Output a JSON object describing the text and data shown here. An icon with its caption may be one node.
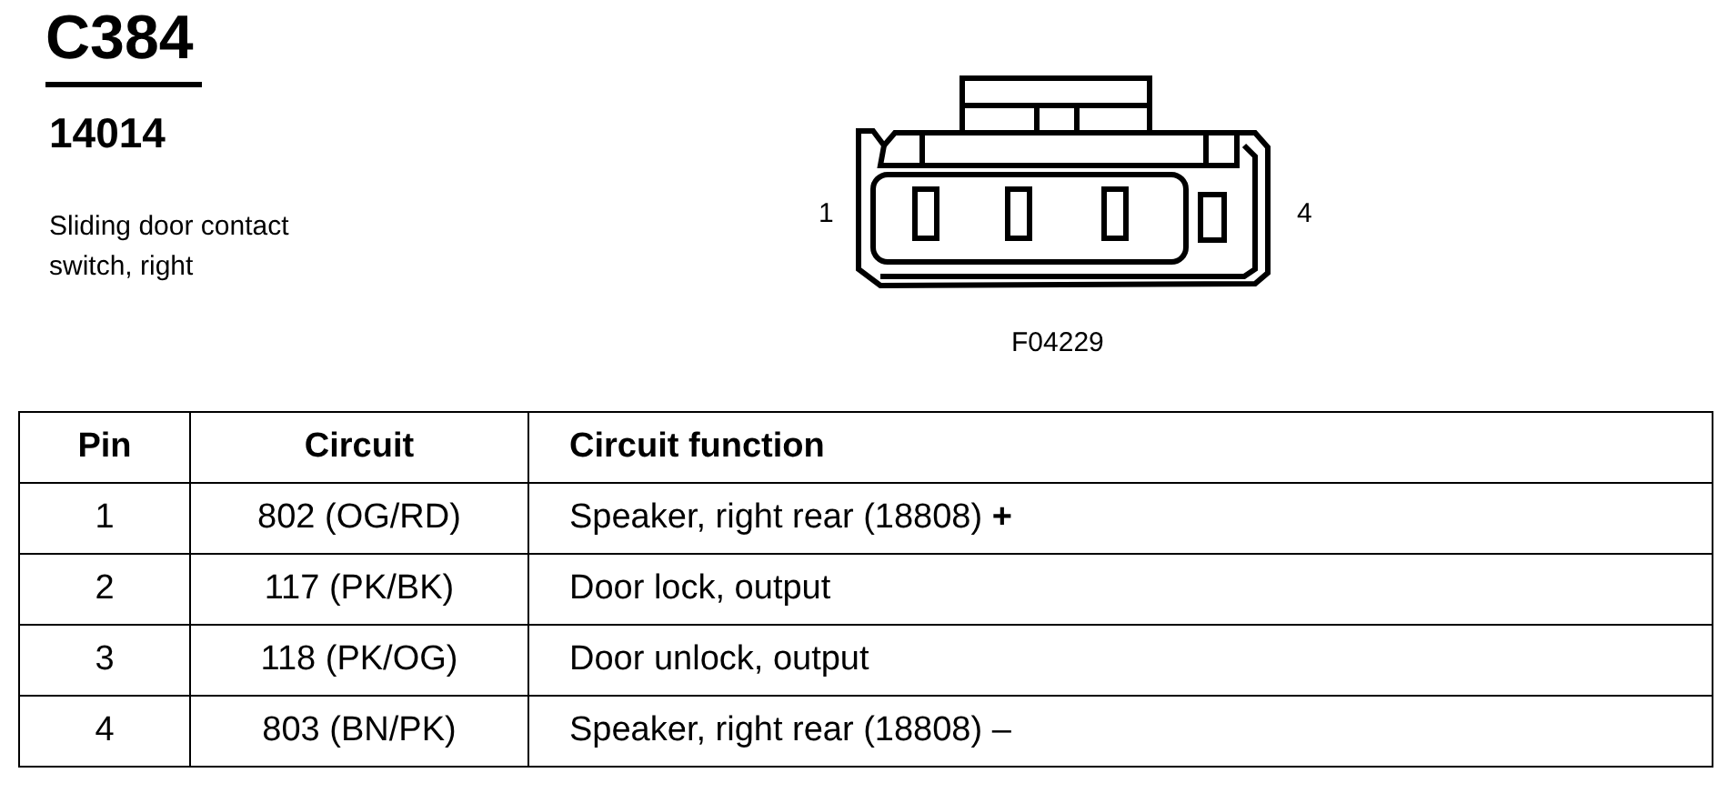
{
  "diagram": {
    "title": "C384",
    "labels": [
      "14014",
      "Sliding door contact switch, right",
      "1",
      "4",
      "F04229",
      "Pin",
      "Circuit",
      "Circuit function",
      "1",
      "802 (OG/RD)",
      "Speaker, right rear (18808) **+**",
      "2",
      "117 (PK/BK)",
      "Door lock, output",
      "3",
      "118 (PK/OG)",
      "Door unlock, output",
      "4",
      "803 (BN/PK)",
      "Speaker, right rear (18808) –"
    ]
  }
}
